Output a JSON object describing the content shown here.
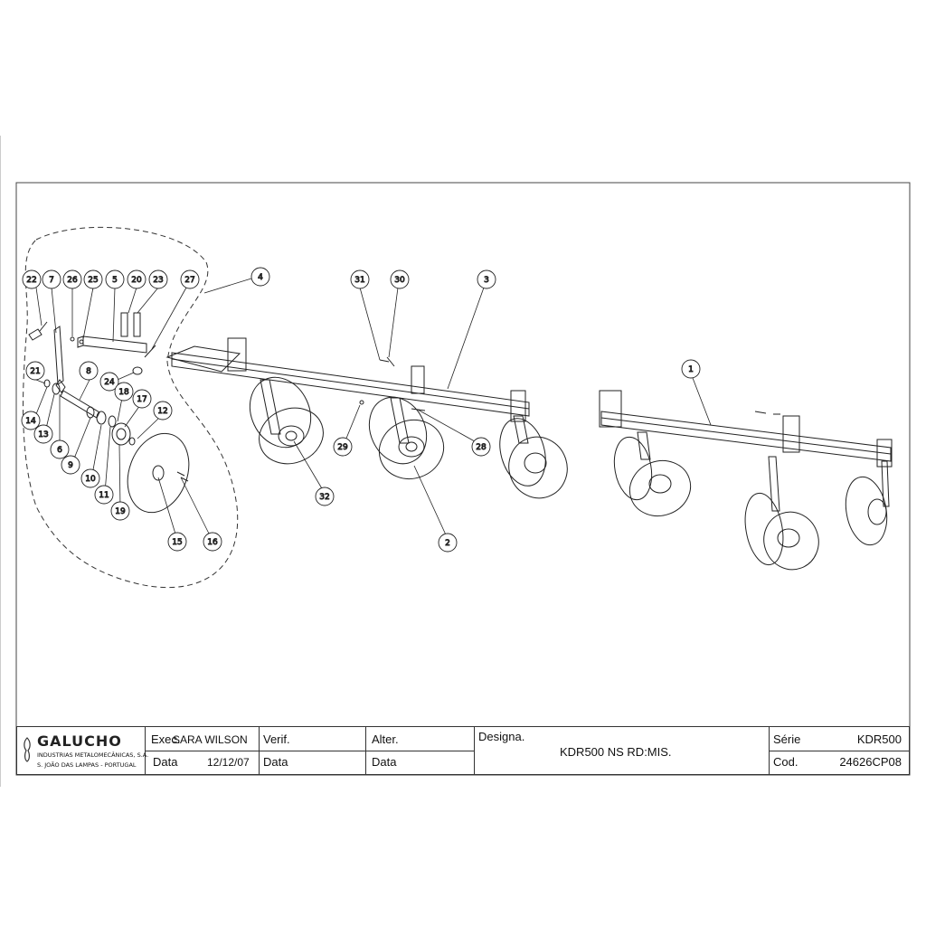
{
  "callouts": [
    "22",
    "7",
    "26",
    "25",
    "5",
    "20",
    "23",
    "27",
    "4",
    "31",
    "30",
    "3",
    "21",
    "8",
    "24",
    "18",
    "17",
    "12",
    "14",
    "13",
    "6",
    "9",
    "10",
    "11",
    "19",
    "15",
    "16",
    "1",
    "29",
    "28",
    "32",
    "2"
  ],
  "title_block": {
    "company": "GALUCHO",
    "company_line1": "INDUSTRIAS METALOMECÂNICAS, S.A.",
    "company_line2": "S. JOÃO DAS LAMPAS - PORTUGAL",
    "exec_label": "Exec.",
    "exec_value": "SARA WILSON",
    "date_label": "Data",
    "date_value": "12/12/07",
    "verif_label": "Verif.",
    "verif_date_label": "Data",
    "alter_label": "Alter.",
    "alter_date_label": "Data",
    "designa_label": "Designa.",
    "designa_value": "KDR500 NS RD:MIS.",
    "serie_label": "Série",
    "serie_value": "KDR500",
    "cod_label": "Cod.",
    "cod_value": "24626CP08"
  }
}
